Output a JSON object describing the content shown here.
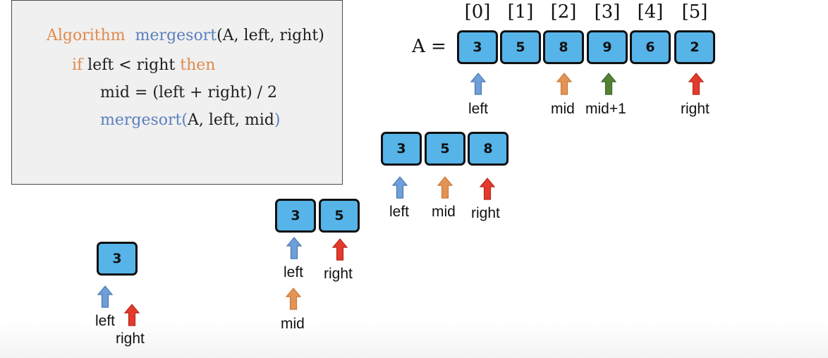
{
  "code": {
    "line1": {
      "keyword": "Algorithm",
      "func": "mergesort",
      "args": "(A, left, right)"
    },
    "line2": {
      "if": "if",
      "cond": " left < right ",
      "then": "then"
    },
    "line3": {
      "text": "mid = (left + right) / 2"
    },
    "line4": {
      "func": "mergesort(",
      "args": "A, left, mid",
      "close": ")"
    }
  },
  "array_label": "A =",
  "indices": [
    "[0]",
    "[1]",
    "[2]",
    "[3]",
    "[4]",
    "[5]"
  ],
  "array_values": [
    "3",
    "5",
    "8",
    "9",
    "6",
    "2"
  ],
  "level1": {
    "labels": {
      "left": "left",
      "mid": "mid",
      "mid1": "mid+1",
      "right": "right"
    }
  },
  "level2": {
    "values": [
      "3",
      "5",
      "8"
    ],
    "labels": {
      "left": "left",
      "mid": "mid",
      "right": "right"
    }
  },
  "level3": {
    "values": [
      "3",
      "5"
    ],
    "labels": {
      "left": "left",
      "right": "right",
      "mid": "mid"
    }
  },
  "level4": {
    "values": [
      "3"
    ],
    "labels": {
      "left": "left",
      "right": "right"
    }
  },
  "colors": {
    "cell_fill": "#56b4e9",
    "left_arrow": "#6f9fd8",
    "mid_arrow": "#e39454",
    "mid1_arrow": "#548235",
    "right_arrow": "#e33a2c",
    "keyword_orange": "#e08a4c",
    "keyword_blue": "#5b7fbf"
  }
}
